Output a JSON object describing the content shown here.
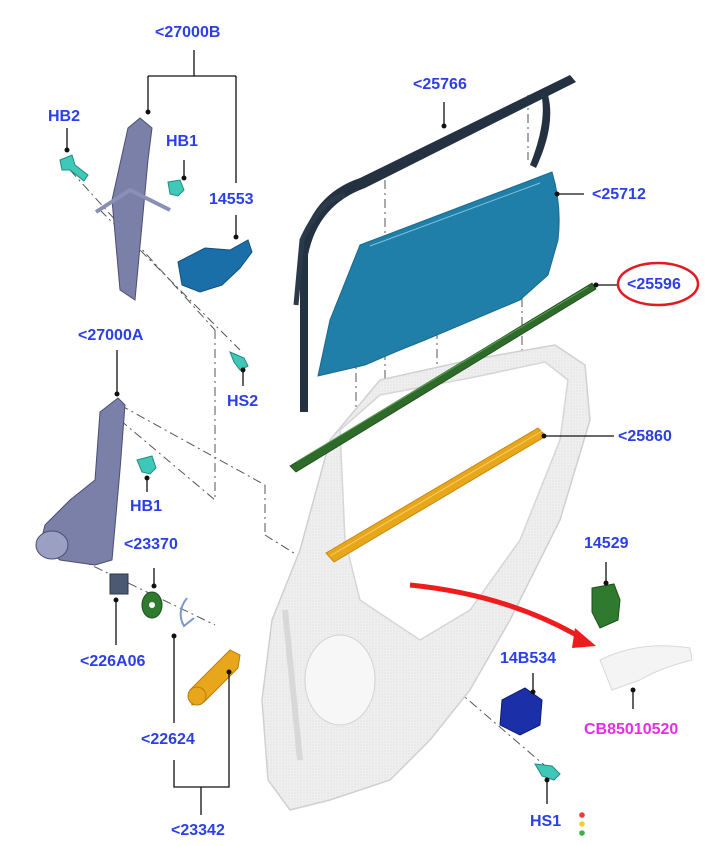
{
  "diagram": {
    "title": "Rear door window regulator and glass - exploded parts view",
    "colors": {
      "label": "#2b3fe6",
      "label_special": "#e62de6",
      "highlight_ring": "#e01b24",
      "arrow": "#ee1c1c",
      "glass": "#1f7fa8",
      "weatherstrip_dark": "#243140",
      "belt_molding": "#2e6b2a",
      "channel": "#e8a61a",
      "regulator": "#7b80a8",
      "fastener": "#3fc8b8",
      "motor": "#1b6fa8",
      "door_shell": "#ececec",
      "module": "#1a2fa8",
      "switch": "#2f7a2f"
    },
    "labels": [
      {
        "id": "27000B",
        "text": "<27000B"
      },
      {
        "id": "HB2",
        "text": "HB2"
      },
      {
        "id": "HB1-top",
        "text": "HB1"
      },
      {
        "id": "14553",
        "text": "14553"
      },
      {
        "id": "HS2",
        "text": "HS2"
      },
      {
        "id": "27000A",
        "text": "<27000A"
      },
      {
        "id": "HB1-bottom",
        "text": "HB1"
      },
      {
        "id": "23370",
        "text": "<23370"
      },
      {
        "id": "226A06",
        "text": "<226A06"
      },
      {
        "id": "22624",
        "text": "<22624"
      },
      {
        "id": "23342",
        "text": "<23342"
      },
      {
        "id": "25766",
        "text": "<25766"
      },
      {
        "id": "25712",
        "text": "<25712"
      },
      {
        "id": "25596",
        "text": "<25596",
        "highlighted": true
      },
      {
        "id": "25860",
        "text": "<25860"
      },
      {
        "id": "14529",
        "text": "14529"
      },
      {
        "id": "14B534",
        "text": "14B534"
      },
      {
        "id": "CB85010520",
        "text": "CB85010520",
        "special": true
      },
      {
        "id": "HS1",
        "text": "HS1"
      }
    ],
    "status_dots": [
      "#ee3b3b",
      "#f2d22a",
      "#3bb24a"
    ]
  }
}
